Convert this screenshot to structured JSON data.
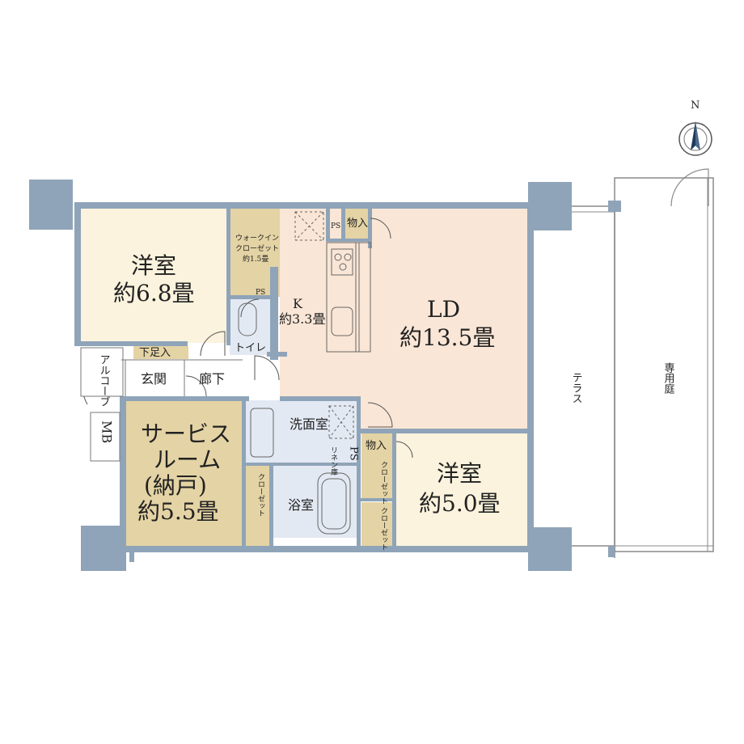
{
  "colors": {
    "wall": "#8fa4b8",
    "western_room": "#fbf3dd",
    "ld": "#fae6d6",
    "service_room": "#e4d3a4",
    "closet": "#e4d3a4",
    "wet_area": "#e3e9f3",
    "corridor": "#ffffff",
    "outline": "#7a7a7a"
  },
  "rooms": {
    "western_room_1": {
      "name": "洋室",
      "size": "約6.8畳"
    },
    "walk_in_closet": {
      "line1": "ウォークイン",
      "line2": "クローゼット",
      "size": "約1.5畳"
    },
    "kitchen": {
      "name": "K",
      "size": "約3.3畳"
    },
    "ld": {
      "name": "LD",
      "size": "約13.5畳"
    },
    "toilet": "トイレ",
    "shoe_storage": "下足入",
    "entrance": "玄関",
    "hallway": "廊下",
    "alcove": "アルコーブ",
    "mb": "MB",
    "service_room": {
      "line1": "サービス",
      "line2": "ルーム",
      "line3": "(納戸)",
      "size": "約5.5畳"
    },
    "closet_service": "クローゼット",
    "washroom": "洗面室",
    "bathroom": "浴室",
    "linen": "リネン庫",
    "ps_top": "PS",
    "ps_wc": "PS",
    "ps_wash": "PS",
    "storage_top": "物入",
    "storage_mid": "物入",
    "closet_a": "クローゼット",
    "closet_b": "クローゼット",
    "western_room_2": {
      "name": "洋室",
      "size": "約5.0畳"
    },
    "terrace": "テラス",
    "private_garden": "専用庭"
  },
  "compass": {
    "label": "N",
    "icon": "north-arrow-icon"
  }
}
